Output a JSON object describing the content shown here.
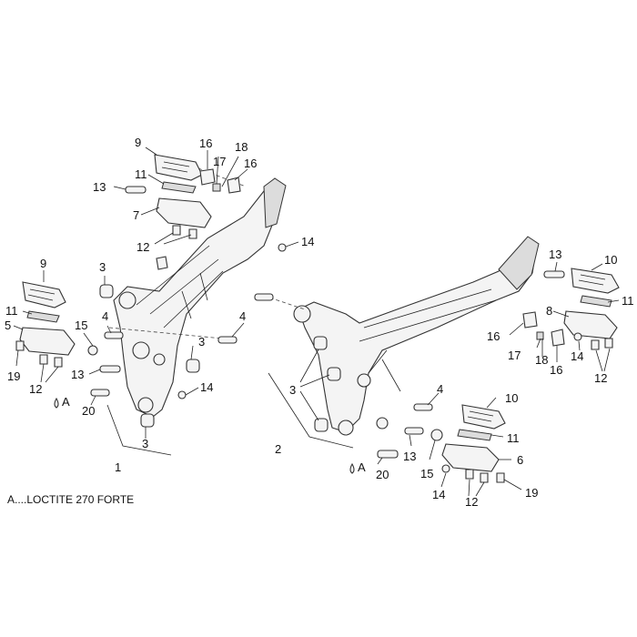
{
  "diagram": {
    "note": "A....LOCTITE 270 FORTE",
    "callouts": {
      "c1": "1",
      "c2": "2",
      "c3a": "3",
      "c3b": "3",
      "c3c": "3",
      "c3d": "3",
      "c4a": "4",
      "c4b": "4",
      "c4c": "4",
      "c5": "5",
      "c6": "6",
      "c7": "7",
      "c8": "8",
      "c9a": "9",
      "c9b": "9",
      "c10a": "10",
      "c10b": "10",
      "c11a": "11",
      "c11b": "11",
      "c11c": "11",
      "c11d": "11",
      "c12a": "12",
      "c12b": "12",
      "c12c": "12",
      "c12d": "12",
      "c13a": "13",
      "c13b": "13",
      "c13c": "13",
      "c13d": "13",
      "c14a": "14",
      "c14b": "14",
      "c14c": "14",
      "c14d": "14",
      "c15a": "15",
      "c15b": "15",
      "c16a": "16",
      "c16b": "16",
      "c16c": "16",
      "c16d": "16",
      "c17a": "17",
      "c17b": "17",
      "c18a": "18",
      "c18b": "18",
      "c19a": "19",
      "c19b": "19",
      "c20a": "20",
      "c20b": "20",
      "ca1": "A",
      "ca2": "A"
    }
  }
}
